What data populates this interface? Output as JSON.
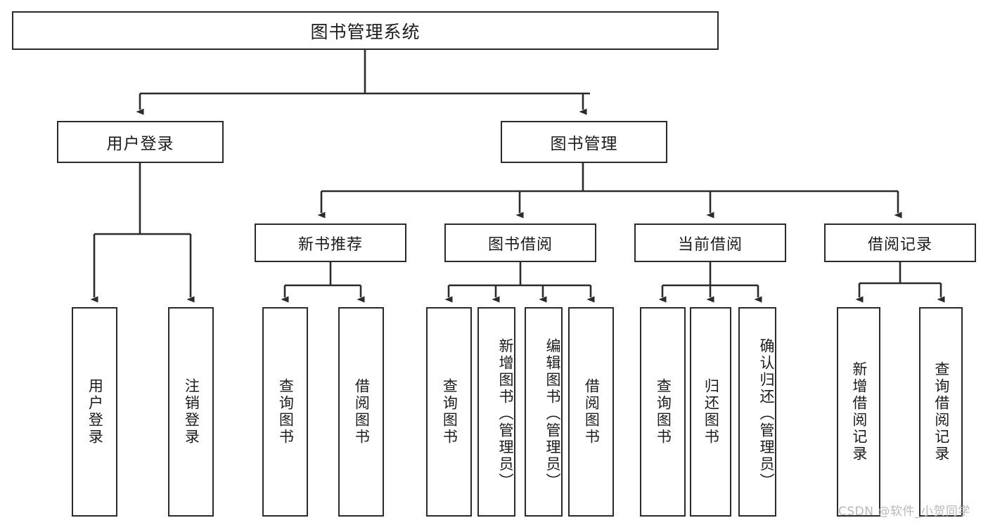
{
  "diagram": {
    "type": "tree",
    "title": "图书管理系统",
    "watermark": "CSDN @软件_小贺同学",
    "accent_color": "#2b2b2b",
    "background_color": "#ffffff",
    "root": {
      "label": "图书管理系统"
    },
    "level1": [
      {
        "label": "用户登录"
      },
      {
        "label": "图书管理"
      }
    ],
    "level2": [
      {
        "label": "新书推荐"
      },
      {
        "label": "图书借阅"
      },
      {
        "label": "当前借阅"
      },
      {
        "label": "借阅记录"
      }
    ],
    "leaves": [
      {
        "label": "用户登录",
        "parent": "用户登录"
      },
      {
        "label": "注销登录",
        "parent": "用户登录"
      },
      {
        "label": "查询图书",
        "parent": "新书推荐"
      },
      {
        "label": "借阅图书",
        "parent": "新书推荐"
      },
      {
        "label": "查询图书",
        "parent": "图书借阅"
      },
      {
        "label": "新增图书（管理员）",
        "parent": "图书借阅"
      },
      {
        "label": "编辑图书（管理员）",
        "parent": "图书借阅"
      },
      {
        "label": "借阅图书",
        "parent": "图书借阅"
      },
      {
        "label": "查询图书",
        "parent": "当前借阅"
      },
      {
        "label": "归还图书",
        "parent": "当前借阅"
      },
      {
        "label": "确认归还（管理员）",
        "parent": "当前借阅"
      },
      {
        "label": "新增借阅记录",
        "parent": "借阅记录"
      },
      {
        "label": "查询借阅记录",
        "parent": "借阅记录"
      }
    ]
  }
}
